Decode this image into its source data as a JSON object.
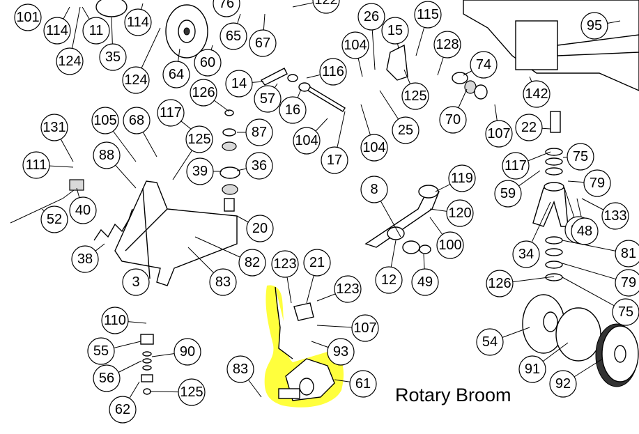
{
  "caption": "Rotary Broom",
  "highlight_color": "#ffff33",
  "callouts": [
    "101",
    "114",
    "11",
    "114",
    "35",
    "124",
    "124",
    "64",
    "60",
    "76",
    "65",
    "67",
    "122",
    "14",
    "57",
    "116",
    "16",
    "126",
    "87",
    "36",
    "39",
    "125",
    "104",
    "104",
    "17",
    "104",
    "26",
    "15",
    "115",
    "125",
    "25",
    "128",
    "74",
    "70",
    "107",
    "142",
    "95",
    "131",
    "105",
    "68",
    "117",
    "111",
    "88",
    "40",
    "52",
    "38",
    "3",
    "82",
    "83",
    "20",
    "8",
    "119",
    "120",
    "100",
    "12",
    "49",
    "22",
    "117",
    "75",
    "59",
    "79",
    "133",
    "81",
    "48",
    "34",
    "81",
    "126",
    "79",
    "75",
    "54",
    "91",
    "92",
    "123",
    "21",
    "123",
    "107",
    "93",
    "61",
    "83",
    "110",
    "55",
    "90",
    "56",
    "62",
    "125"
  ]
}
